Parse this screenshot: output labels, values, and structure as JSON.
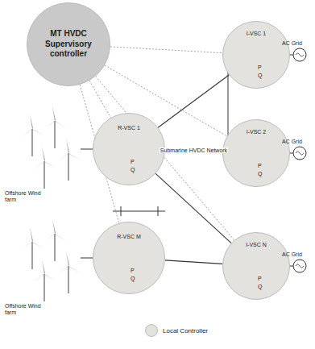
{
  "diagram": {
    "nodes": [
      {
        "text": [
          "MT HVDC Supervisory controller"
        ]
      },
      {
        "text": [
          "I-VSC 1"
        ]
      },
      {
        "text": [
          "I-VSC 2"
        ]
      },
      {
        "text": [
          "R-VSC 1"
        ]
      },
      {
        "text": [
          "R-VSC M"
        ]
      },
      {
        "text": [
          "I-VSC N"
        ]
      }
    ],
    "edges": [
      {
        "from": 0,
        "to": 1,
        "arrow": "none"
      },
      {
        "from": 0,
        "to": 2,
        "arrow": "none"
      },
      {
        "from": 0,
        "to": 3,
        "arrow": "none"
      },
      {
        "from": 0,
        "to": 4,
        "arrow": "none"
      },
      {
        "from": 0,
        "to": 5,
        "arrow": "none"
      },
      {
        "from": 3,
        "to": 1,
        "arrow": "none"
      },
      {
        "from": 3,
        "to": 2,
        "arrow": "none",
        "label": "Submarine HVDC Network"
      },
      {
        "from": 3,
        "to": 5,
        "arrow": "none"
      },
      {
        "from": 4,
        "to": 5,
        "arrow": "none"
      }
    ],
    "labels": [
      "AC Grid",
      "AC Grid",
      "AC Grid",
      "Offshore Wind farm",
      "Offshore Wind farm",
      "P",
      "Q",
      "P",
      "Q",
      "P",
      "Q",
      "P",
      "Q",
      "P",
      "Q"
    ],
    "legend": [
      {
        "text": "Local Controller",
        "color": "#e4e2de"
      }
    ]
  }
}
